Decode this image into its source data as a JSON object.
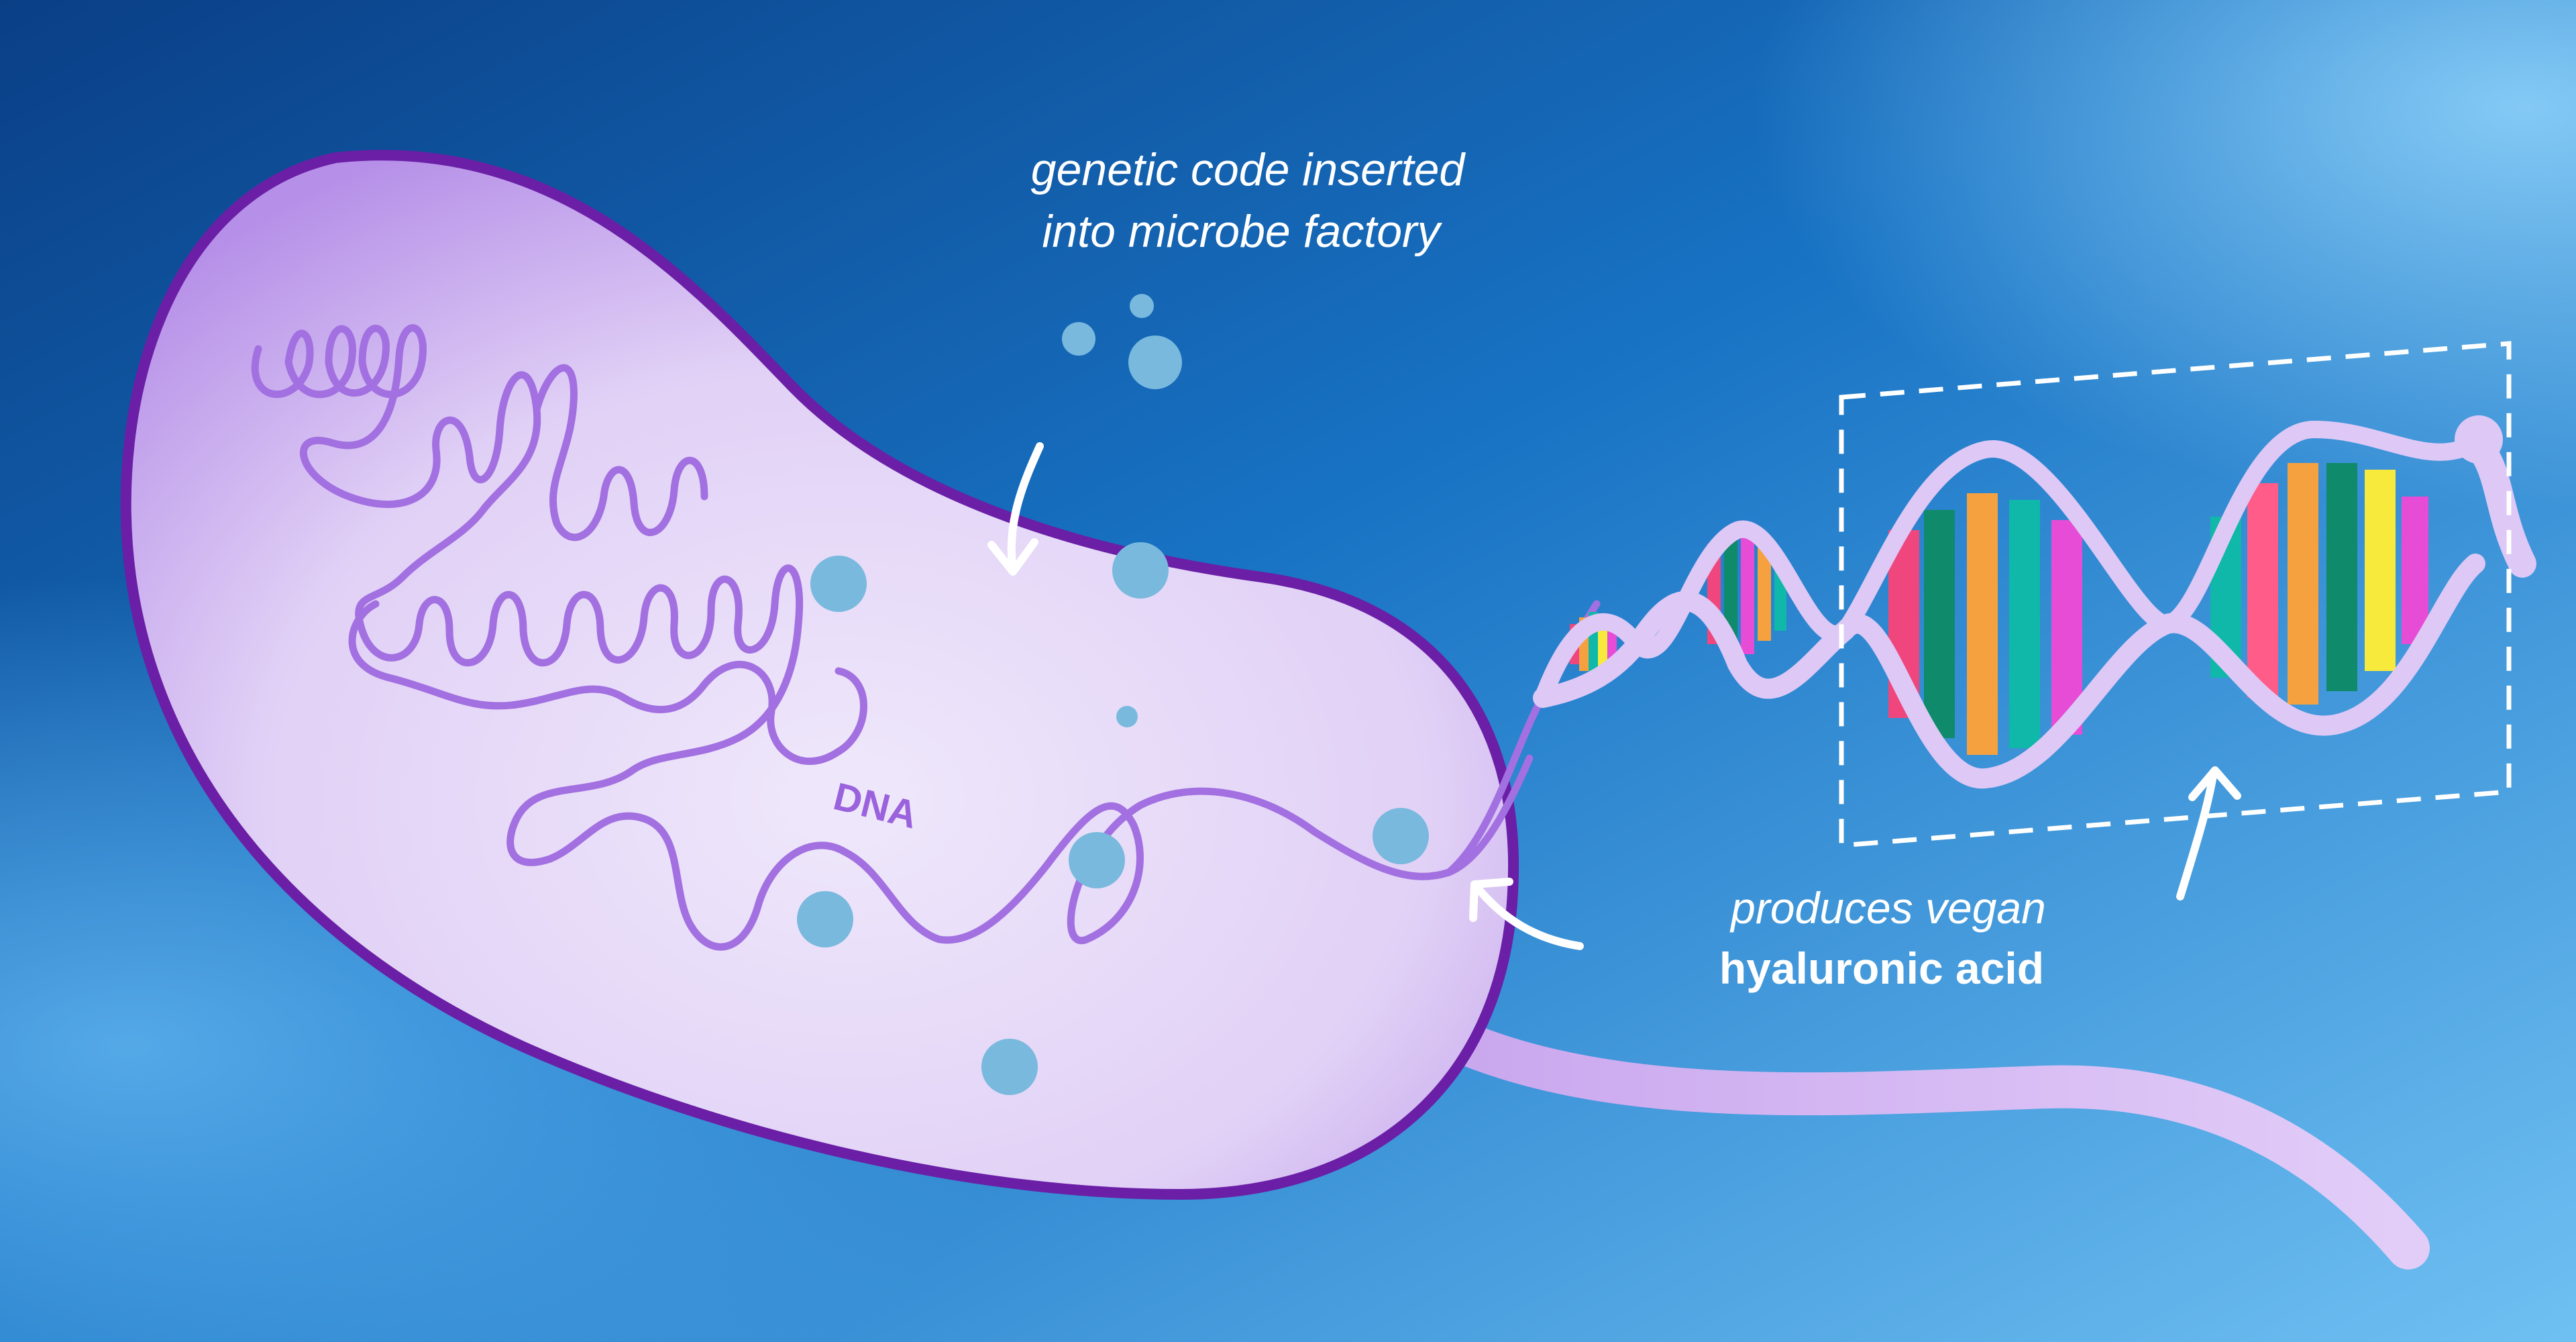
{
  "colors": {
    "background_dark": "#0a3f86",
    "background_mid": "#1877c9",
    "background_light": "#6fc0f2",
    "cell_fill": "#ebe1fa",
    "cell_outline": "#6a1fa6",
    "dna_strand": "#a270e0",
    "helix_backbone": "#ddc8f6",
    "bubble": "#79b9dd",
    "label": "#ffffff"
  },
  "labels": {
    "top_line1": "genetic code inserted",
    "top_line2": "into microbe factory",
    "dna": "DNA",
    "bottom_line1": "produces vegan",
    "bottom_line2": "hyaluronic acid"
  },
  "icons": [
    "down-arrow-icon",
    "curved-arrow-icon",
    "up-arrow-icon"
  ],
  "base_pair_colors": [
    "#f0467e",
    "#0fb8a9",
    "#f6a140",
    "#0f8a6a",
    "#e64cd6",
    "#f7ea3c",
    "#ff5c8a"
  ]
}
